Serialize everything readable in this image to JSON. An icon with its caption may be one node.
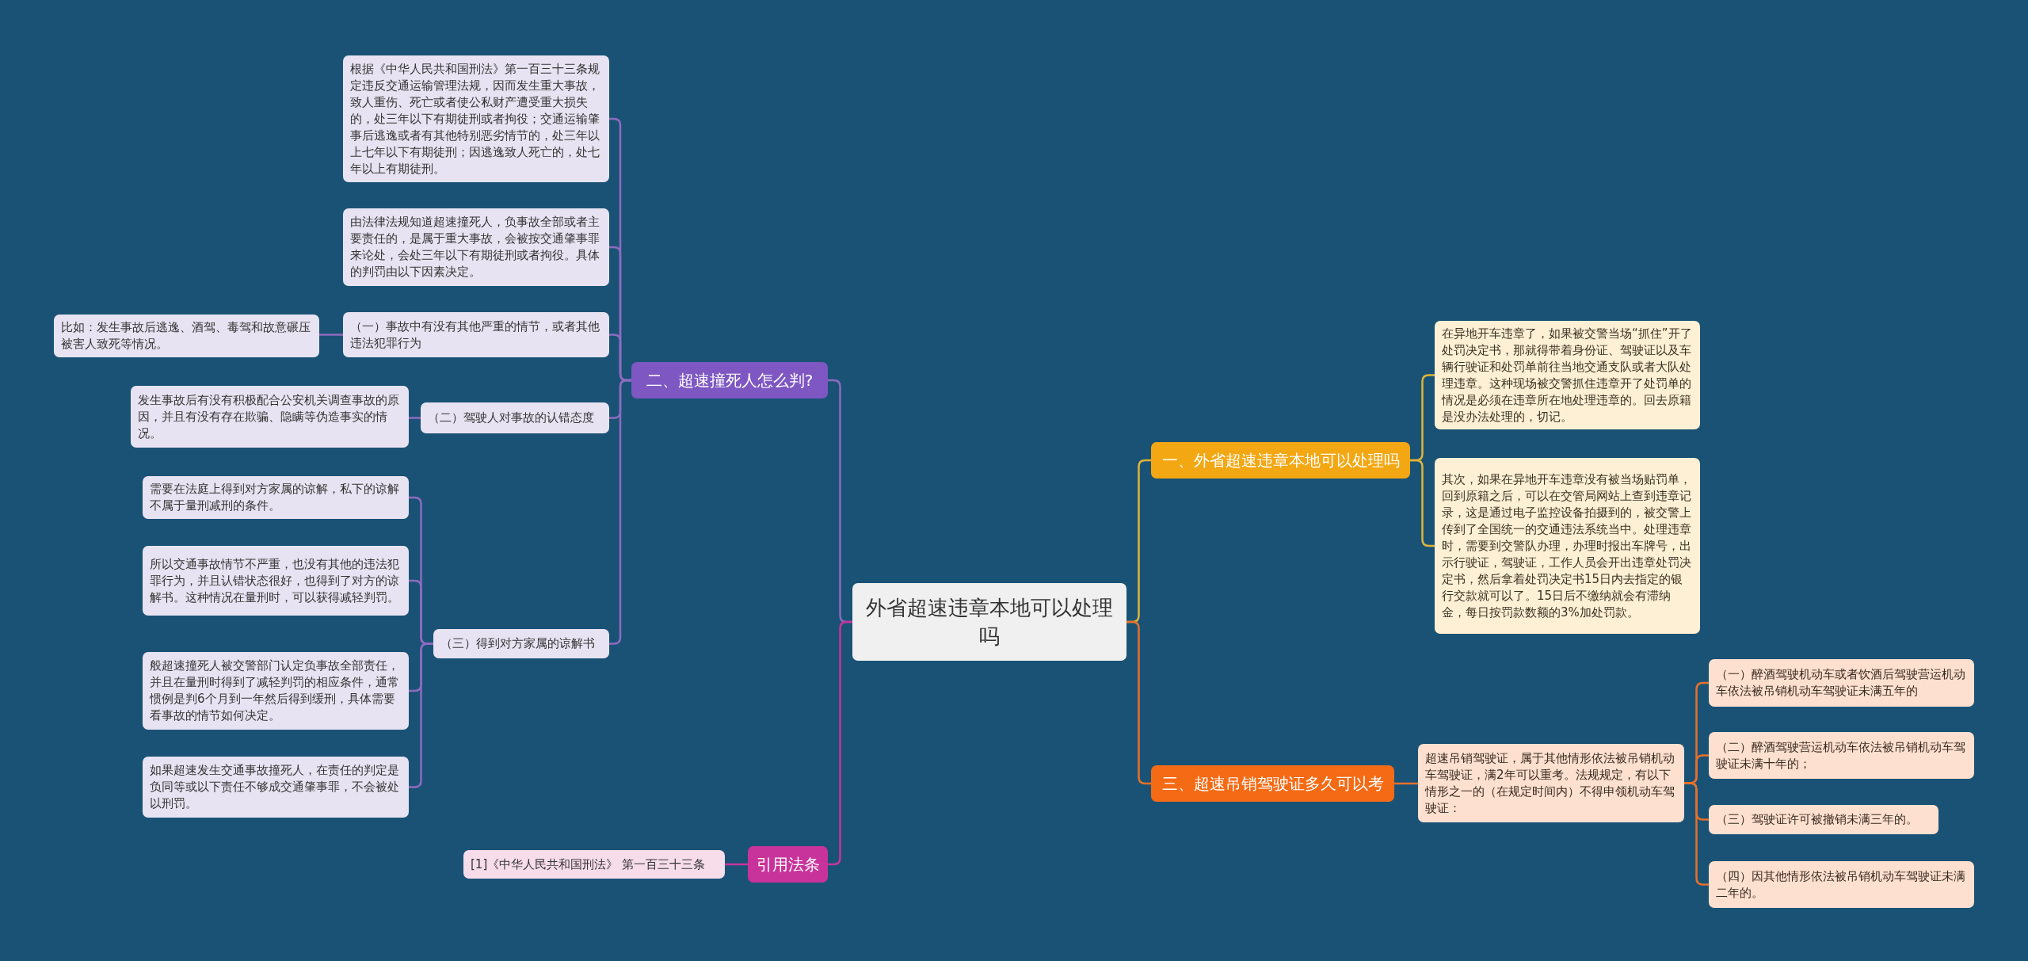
{
  "diagram": {
    "nodes": [
      {
        "text": [
          "外省超速违章本地可以处理吗"
        ]
      },
      {
        "text": [
          "一、外省超速违章本地可以处理吗"
        ]
      },
      {
        "text": [
          "在异地开车违章了，如果被交警当场“抓住”开了处罚决定书，那就得带着身份证、驾驶证以及车辆行驶证和处罚单前往当地交通支队或者大队处理违章。这种现场被交警抓住违章开了处罚单的情况是必须在违章所在地处理违章的。回去原籍是没办法处理的，切记。"
        ]
      },
      {
        "text": [
          "其次，如果在异地开车违章没有被当场贴罚单，回到原籍之后，可以在交管局网站上查到违章记录，这是通过电子监控设备拍摄到的，被交警上传到了全国统一的交通违法系统当中。处理违章时，需要到交警队办理，办理时报出车牌号，出示行驶证，驾驶证，工作人员会开出违章处罚决定书，然后拿着处罚决定书15日内去指定的银行交款就可以了。15日后不缴纳就会有滞纳金，每日按罚款数额的3%加处罚款。"
        ]
      },
      {
        "text": [
          "三、超速吊销驾驶证多久可以考"
        ]
      },
      {
        "text": [
          "超速吊销驾驶证，属于其他情形依法被吊销机动车驾驶证，满2年可以重考。法规规定，有以下情形之一的（在规定时间内）不得申领机动车驾驶证："
        ]
      },
      {
        "text": [
          "（一）醉酒驾驶机动车或者饮酒后驾驶营运机动车依法被吊销机动车驾驶证未满五年的"
        ]
      },
      {
        "text": [
          "（二）醉酒驾驶营运机动车依法被吊销机动车驾驶证未满十年的；"
        ]
      },
      {
        "text": [
          "（三）驾驶证许可被撤销未满三年的。"
        ]
      },
      {
        "text": [
          "（四）因其他情形依法被吊销机动车驾驶证未满二年的。"
        ]
      },
      {
        "text": [
          "二、超速撞死人怎么判?"
        ]
      },
      {
        "text": [
          "根据《中华人民共和国刑法》第一百三十三条规定违反交通运输管理法规，因而发生重大事故，致人重伤、死亡或者使公私财产遭受重大损失的，处三年以下有期徒刑或者拘役；交通运输肇事后逃逸或者有其他特别恶劣情节的，处三年以上七年以下有期徒刑；因逃逸致人死亡的，处七年以上有期徒刑。"
        ]
      },
      {
        "text": [
          "由法律法规知道超速撞死人，负事故全部或者主要责任的，是属于重大事故，会被按交通肇事罪来论处，会处三年以下有期徒刑或者拘役。具体的判罚由以下因素决定。"
        ]
      },
      {
        "text": [
          "（一）事故中有没有其他严重的情节，或者其他违法犯罪行为"
        ]
      },
      {
        "text": [
          "比如：发生事故后逃逸、酒驾、毒驾和故意碾压被害人致死等情况。"
        ]
      },
      {
        "text": [
          "（二）驾驶人对事故的认错态度"
        ]
      },
      {
        "text": [
          "发生事故后有没有积极配合公安机关调查事故的原因，并且有没有存在欺骗、隐瞒等伪造事实的情况。"
        ]
      },
      {
        "text": [
          "（三）得到对方家属的谅解书"
        ]
      },
      {
        "text": [
          "需要在法庭上得到对方家属的谅解，私下的谅解不属于量刑减刑的条件。"
        ]
      },
      {
        "text": [
          "所以交通事故情节不严重，也没有其他的违法犯罪行为，并且认错状态很好，也得到了对方的谅解书。这种情况在量刑时，可以获得减轻判罚。"
        ]
      },
      {
        "text": [
          "般超速撞死人被交警部门认定负事故全部责任，并且在量刑时得到了减轻判罚的相应条件，通常惯例是判6个月到一年然后得到缓刑，具体需要看事故的情节如何决定。"
        ]
      },
      {
        "text": [
          "如果超速发生交通事故撞死人，在责任的判定是负同等或以下责任不够成交通肇事罪，不会被处以刑罚。"
        ]
      },
      {
        "text": [
          "引用法条"
        ]
      },
      {
        "text": [
          "[1]《中华人民共和国刑法》 第一百三十三条"
        ]
      }
    ],
    "edges": [
      {
        "from": 0,
        "to": 1,
        "arrow": "none",
        "color": "#e0b43a"
      },
      {
        "from": 1,
        "to": 2,
        "arrow": "none",
        "color": "#e0b43a"
      },
      {
        "from": 1,
        "to": 3,
        "arrow": "none",
        "color": "#e0b43a"
      },
      {
        "from": 0,
        "to": 4,
        "arrow": "none",
        "color": "#e8702a"
      },
      {
        "from": 4,
        "to": 5,
        "arrow": "none",
        "color": "#e8702a"
      },
      {
        "from": 5,
        "to": 6,
        "arrow": "none",
        "color": "#e8702a"
      },
      {
        "from": 5,
        "to": 7,
        "arrow": "none",
        "color": "#e8702a"
      },
      {
        "from": 5,
        "to": 8,
        "arrow": "none",
        "color": "#e8702a"
      },
      {
        "from": 5,
        "to": 9,
        "arrow": "none",
        "color": "#e8702a"
      },
      {
        "from": 0,
        "to": 10,
        "arrow": "none"
      },
      {
        "from": 10,
        "to": 11,
        "arrow": "none"
      },
      {
        "from": 10,
        "to": 12,
        "arrow": "none"
      },
      {
        "from": 10,
        "to": 13,
        "arrow": "none"
      },
      {
        "from": 13,
        "to": 14,
        "arrow": "none"
      },
      {
        "from": 10,
        "to": 15,
        "arrow": "none"
      },
      {
        "from": 15,
        "to": 16,
        "arrow": "none"
      },
      {
        "from": 10,
        "to": 17,
        "arrow": "none"
      },
      {
        "from": 17,
        "to": 18,
        "arrow": "none"
      },
      {
        "from": 17,
        "to": 19,
        "arrow": "none"
      },
      {
        "from": 17,
        "to": 20,
        "arrow": "none"
      },
      {
        "from": 17,
        "to": 21,
        "arrow": "none"
      },
      {
        "from": 0,
        "to": 22,
        "arrow": "none",
        "color": "#c8339b"
      },
      {
        "from": 22,
        "to": 23,
        "arrow": "none",
        "color": "#c8339b"
      }
    ]
  }
}
